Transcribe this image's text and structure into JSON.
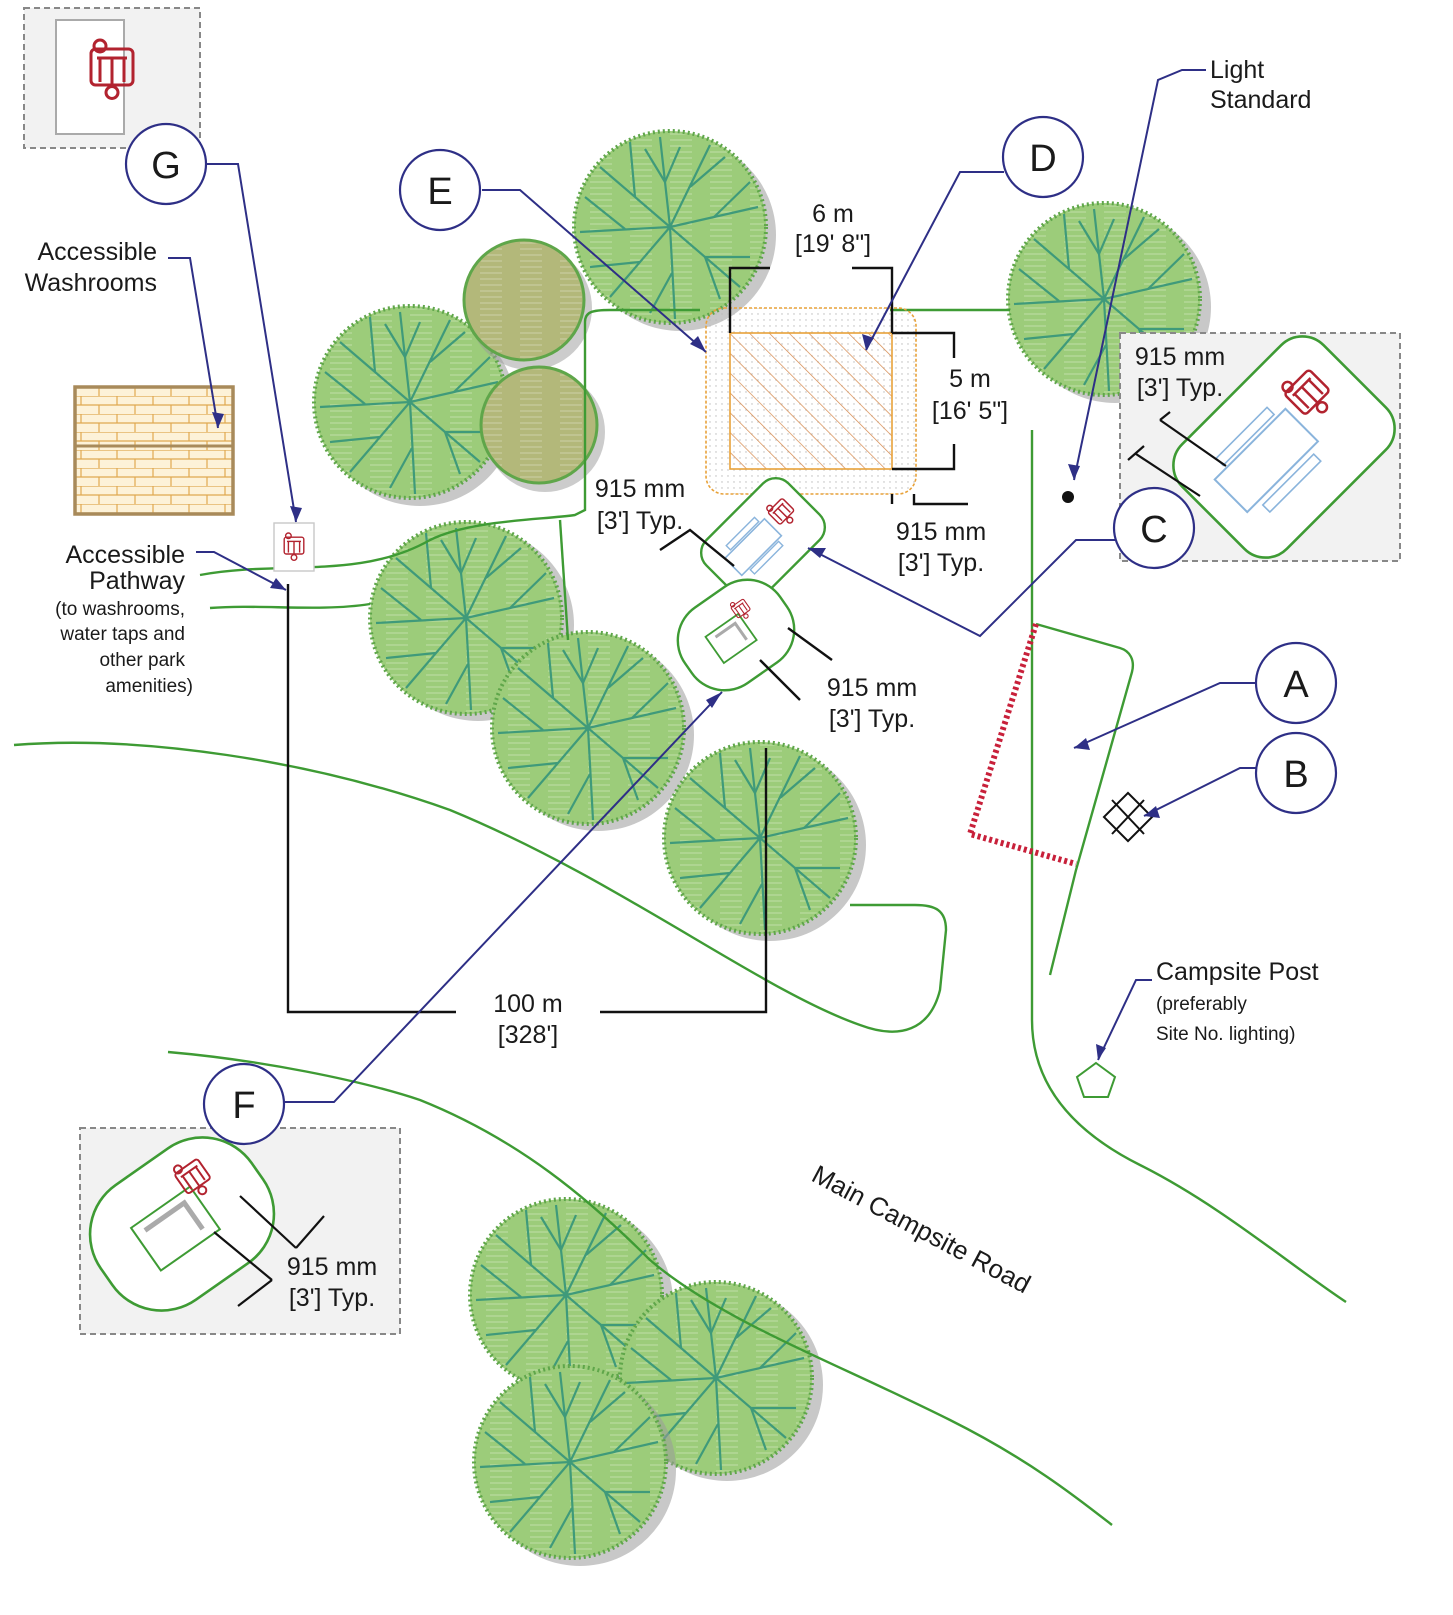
{
  "callouts": {
    "a": "A",
    "b": "B",
    "c": "C",
    "d": "D",
    "e": "E",
    "f": "F",
    "g": "G"
  },
  "labels": {
    "light_standard_1": "Light",
    "light_standard_2": "Standard",
    "washrooms_1": "Accessible",
    "washrooms_2": "Washrooms",
    "pathway_1": "Accessible",
    "pathway_2": "Pathway",
    "pathway_3": "(to washrooms,",
    "pathway_4": "water taps and",
    "pathway_5": "other park",
    "pathway_6": "amenities)",
    "campsite_post_1": "Campsite Post",
    "campsite_post_2": "(preferably",
    "campsite_post_3": "Site No. lighting)",
    "road": "Main Campsite Road"
  },
  "dimensions": {
    "width_m": "6 m",
    "width_ft": "[19' 8\"]",
    "depth_m": "5 m",
    "depth_ft": "[16' 5\"]",
    "distance_m": "100 m",
    "distance_ft": "[328']",
    "clearance_mm": "915 mm",
    "clearance_ft": "[3'] Typ."
  },
  "colors": {
    "tree_fill": "#9ccc7a",
    "tree_dark": "#6fa95a",
    "tree_olive": "#b3b87a",
    "path_line": "#3e9b34",
    "callout_line": "#2e2f86",
    "barrier": "#c8203a",
    "pad_border": "#e8a23a",
    "detail_bg": "#f2f2f2",
    "wheelchair": "#b2232f",
    "table": "#8ab4dc"
  }
}
